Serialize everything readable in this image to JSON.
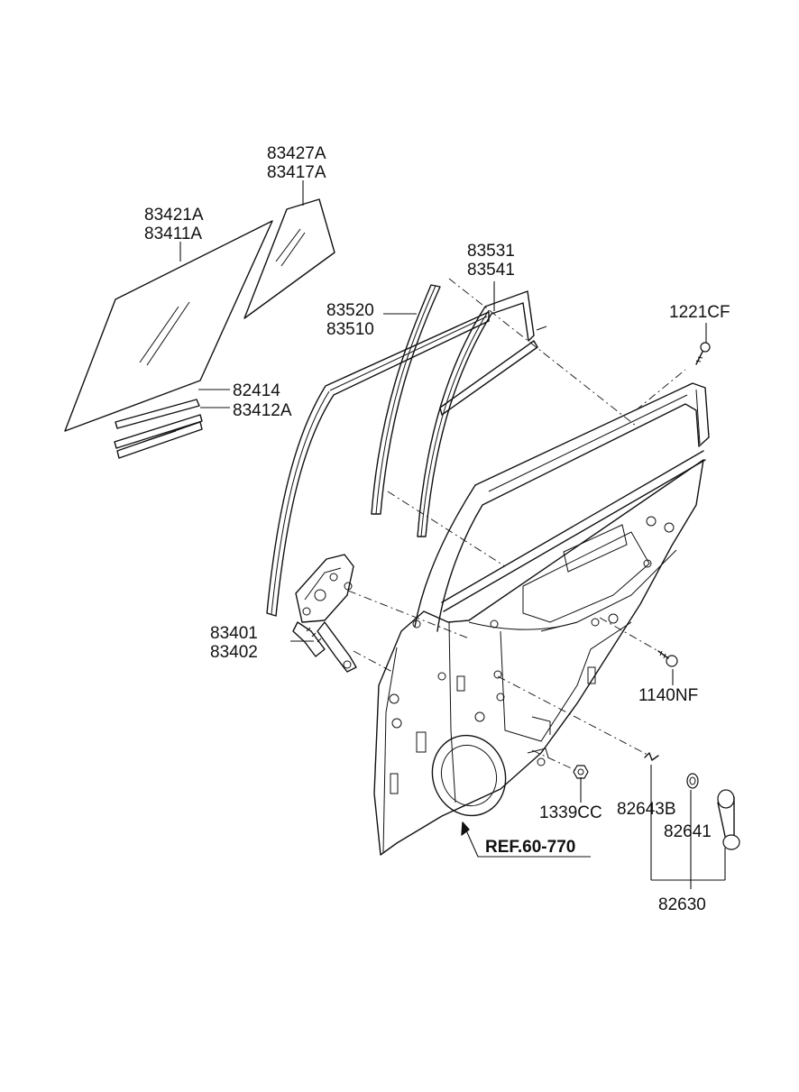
{
  "labels": {
    "p83427A": "83427A",
    "p83417A": "83417A",
    "p83421A": "83421A",
    "p83411A": "83411A",
    "p83531": "83531",
    "p83541": "83541",
    "p83520": "83520",
    "p83510": "83510",
    "p1221CF": "1221CF",
    "p82414": "82414",
    "p83412A": "83412A",
    "p83401": "83401",
    "p83402": "83402",
    "p1140NF": "1140NF",
    "p82643B": "82643B",
    "p82641": "82641",
    "p1339CC": "1339CC",
    "p82630": "82630",
    "ref": "REF.60-770"
  }
}
